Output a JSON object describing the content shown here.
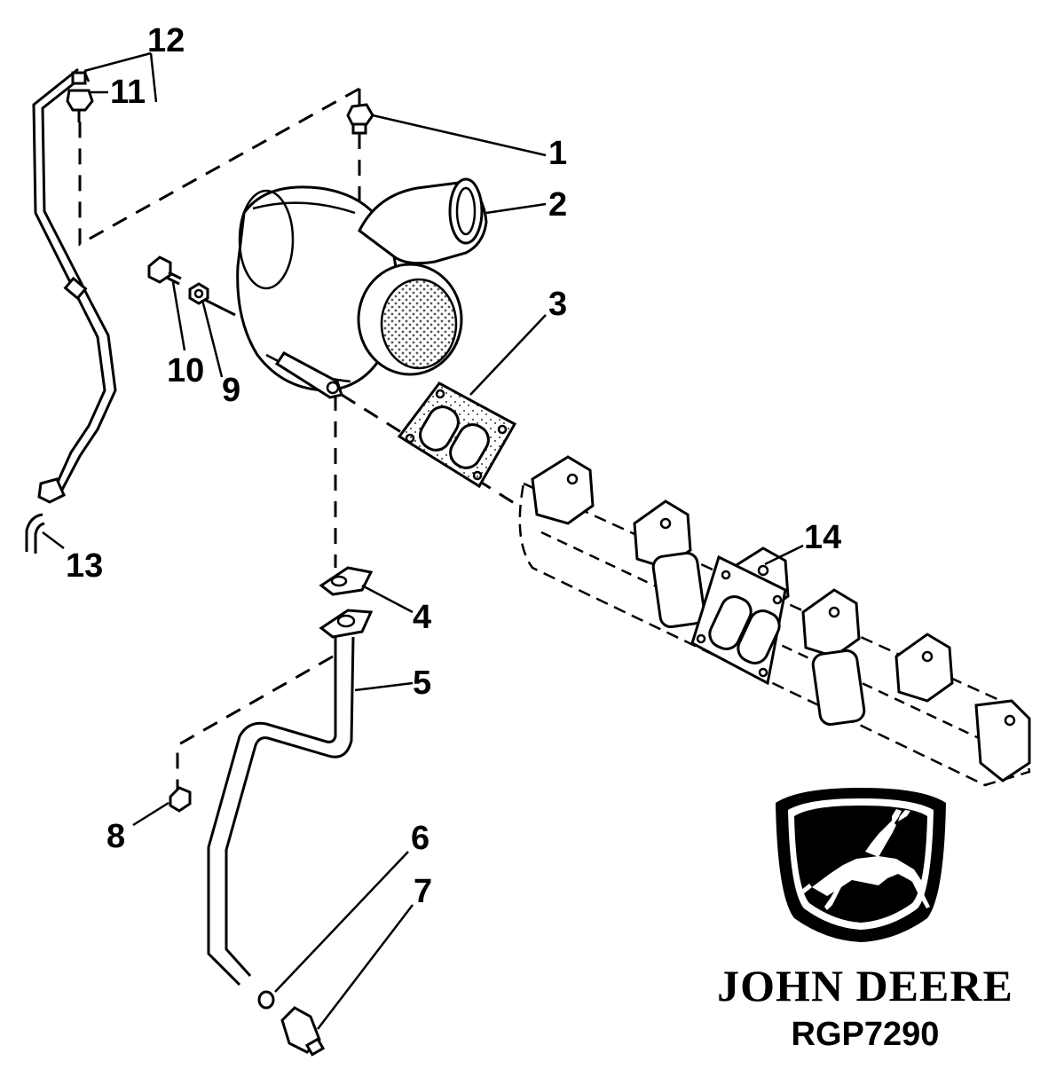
{
  "callouts": [
    "1",
    "2",
    "3",
    "4",
    "5",
    "6",
    "7",
    "8",
    "9",
    "10",
    "11",
    "12",
    "13",
    "14"
  ],
  "brand": {
    "name": "JOHN DEERE",
    "code": "RGP7290",
    "logo_icon": "john-deere-leaping-deer-logo"
  },
  "colors": {
    "ink": "#000000",
    "paper": "#ffffff"
  }
}
